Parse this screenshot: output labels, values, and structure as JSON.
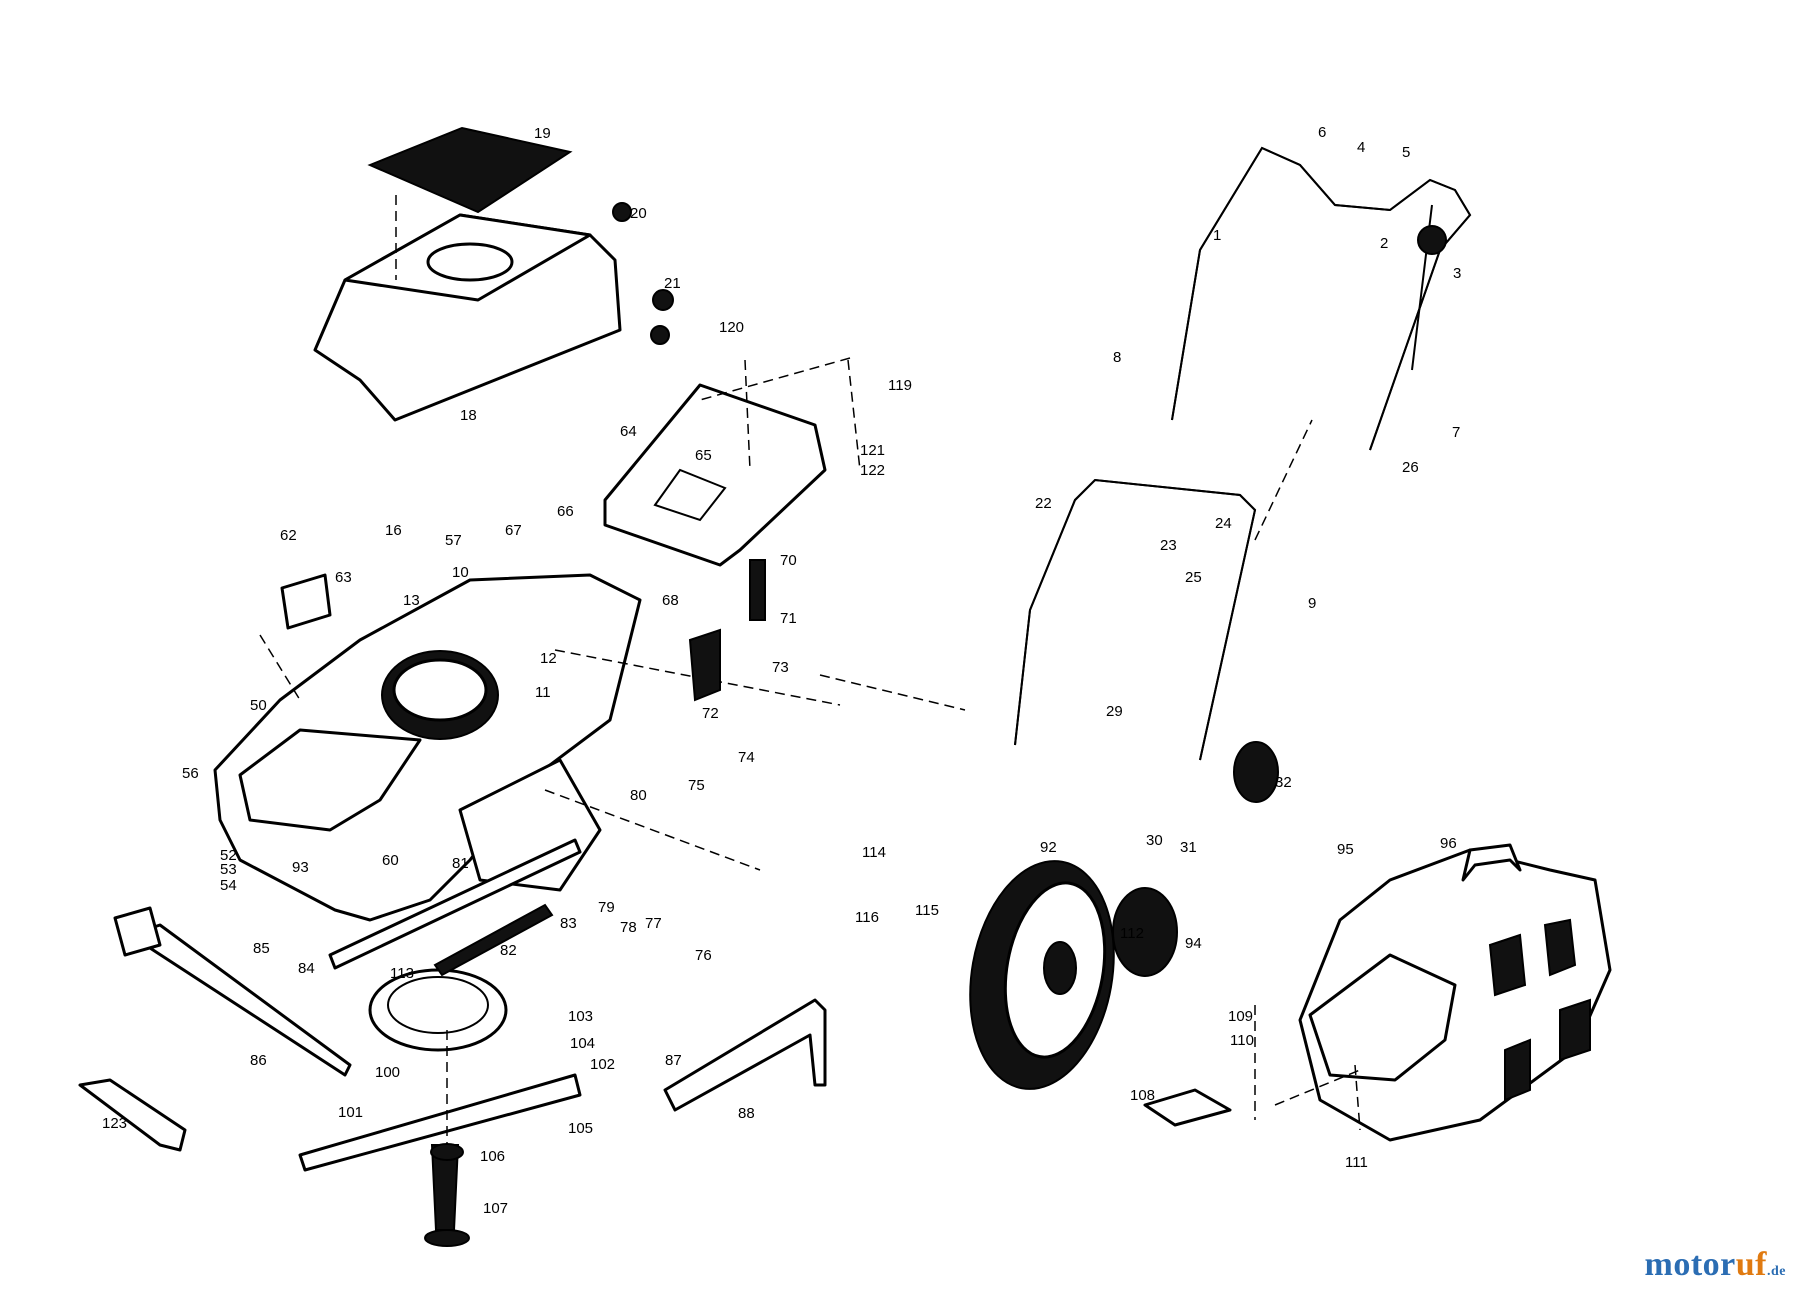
{
  "brand": {
    "part1": "motor",
    "part2": "uf",
    "part3": ".de"
  },
  "labels": [
    "1",
    "2",
    "3",
    "4",
    "5",
    "6",
    "7",
    "8",
    "9",
    "10",
    "11",
    "12",
    "13",
    "16",
    "18",
    "19",
    "20",
    "21",
    "22",
    "23",
    "24",
    "25",
    "26",
    "29",
    "30",
    "31",
    "32",
    "50",
    "52",
    "53",
    "54",
    "56",
    "57",
    "60",
    "62",
    "63",
    "64",
    "65",
    "66",
    "67",
    "68",
    "70",
    "71",
    "72",
    "73",
    "74",
    "75",
    "76",
    "77",
    "78",
    "79",
    "80",
    "81",
    "82",
    "83",
    "84",
    "85",
    "86",
    "87",
    "88",
    "92",
    "93",
    "94",
    "95",
    "96",
    "100",
    "101",
    "102",
    "103",
    "104",
    "105",
    "106",
    "107",
    "108",
    "109",
    "110",
    "111",
    "112",
    "113",
    "114",
    "115",
    "116",
    "119",
    "120",
    "121",
    "122",
    "123"
  ]
}
